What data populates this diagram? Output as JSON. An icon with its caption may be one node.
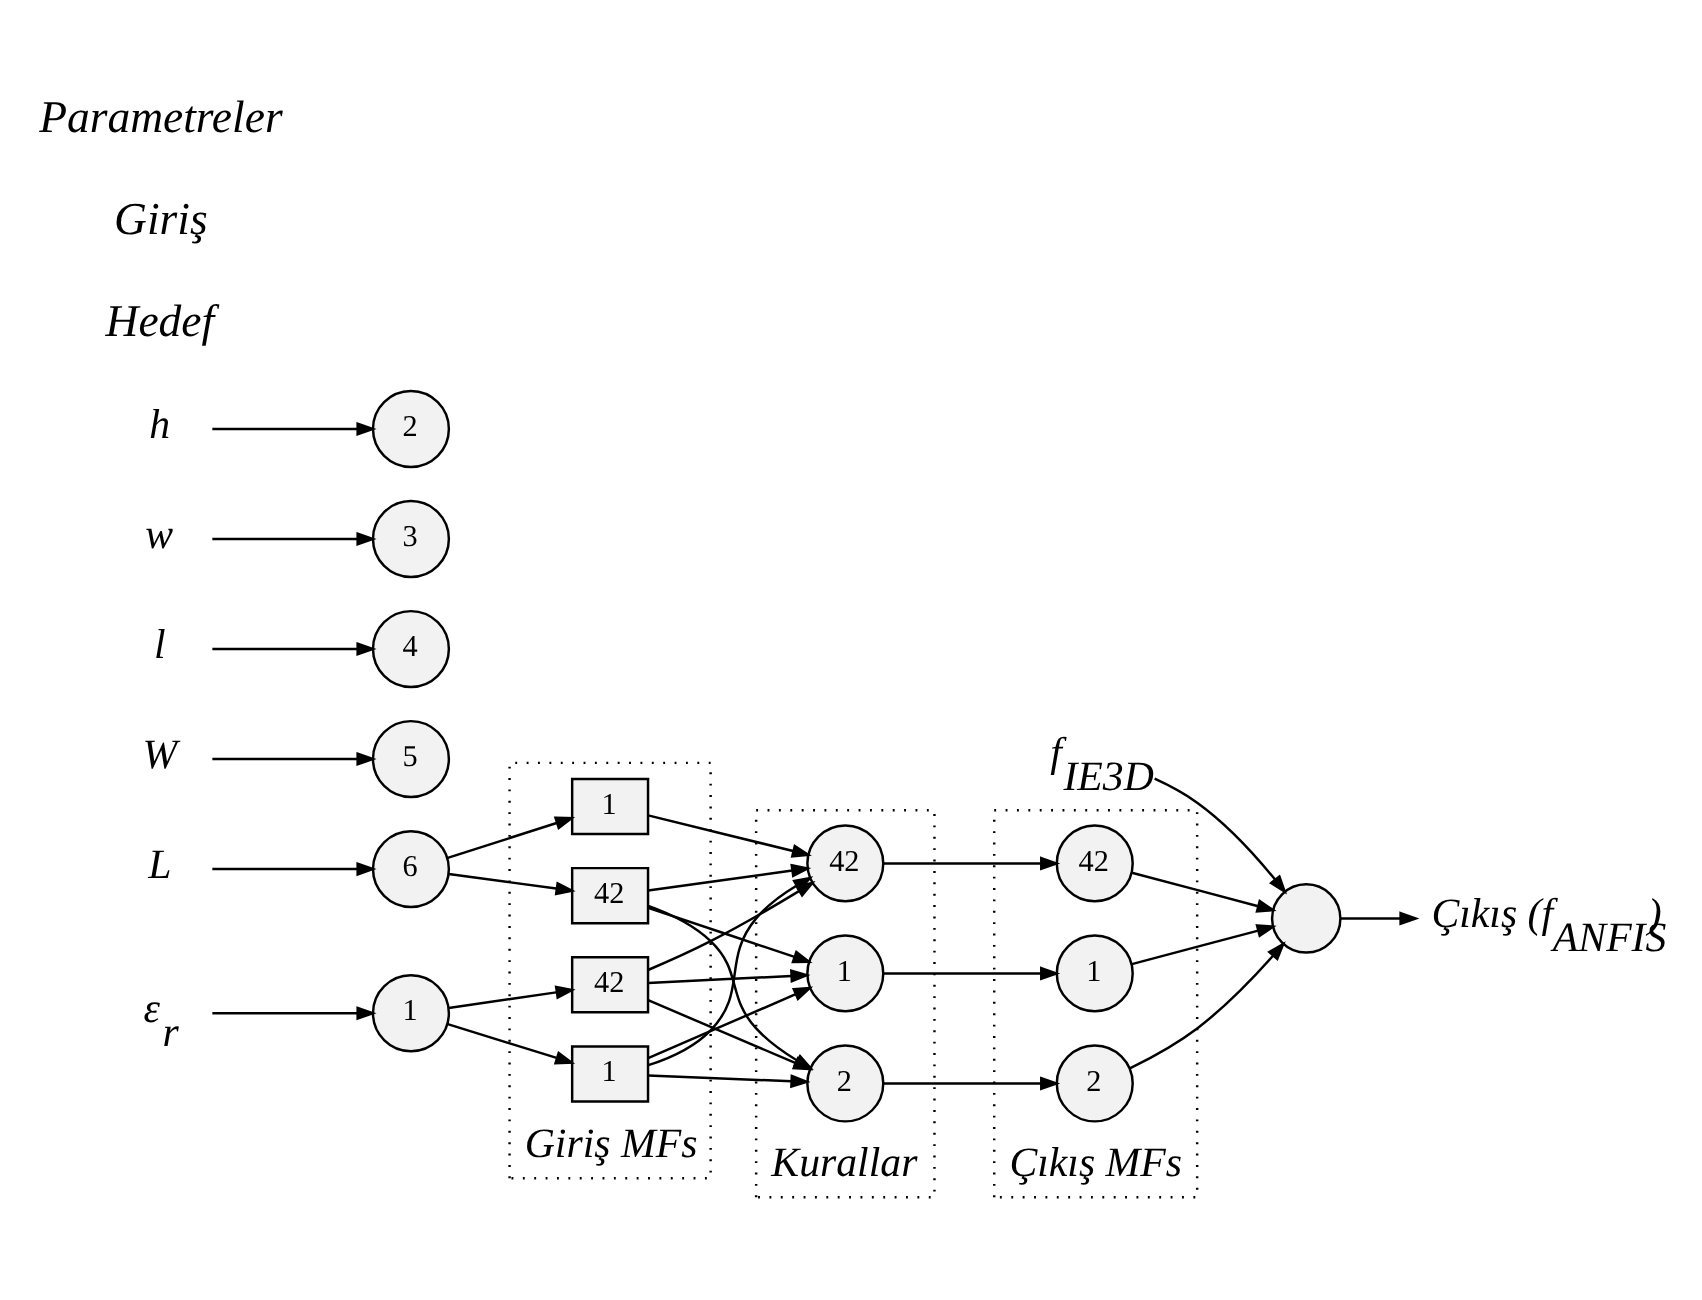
{
  "diagram": {
    "nodes": [
      {
        "text": [
          "f$_{IE3D}$"
        ]
      },
      {
        "text": [
          "L"
        ]
      },
      {
        "text": [
          "W"
        ]
      },
      {
        "text": [
          "l"
        ]
      },
      {
        "text": [
          "w"
        ]
      },
      {
        "text": [
          "h"
        ]
      },
      {
        "text": [
          "ε$_{r}$"
        ]
      },
      {
        "text": [
          "6"
        ]
      },
      {
        "text": [
          "5"
        ]
      },
      {
        "text": [
          "4"
        ]
      },
      {
        "text": [
          "3"
        ]
      },
      {
        "text": [
          "2"
        ]
      },
      {
        "text": [
          "1"
        ]
      },
      {
        "text": [
          "Giriş MFs"
        ]
      },
      {
        "text": [
          "42"
        ],
        "in": 13
      },
      {
        "text": [
          "1"
        ],
        "in": 13
      },
      {
        "text": [
          "42"
        ],
        "in": 13
      },
      {
        "text": [
          "1"
        ],
        "in": 13
      },
      {
        "text": [
          "Kurallar"
        ]
      },
      {
        "text": [
          "42"
        ],
        "in": 18
      },
      {
        "text": [
          "2"
        ],
        "in": 18
      },
      {
        "text": [
          "1"
        ],
        "in": 18
      },
      {
        "text": [
          "Çıkış MFs"
        ]
      },
      {
        "text": [
          "42"
        ],
        "in": 22
      },
      {
        "text": [
          "2"
        ],
        "in": 22
      },
      {
        "text": [
          "1"
        ],
        "in": 22
      },
      {
        "text": [],
        "shape": "circle"
      },
      {
        "text": [
          "Çıkış (f$_{ANFIS}$)"
        ]
      }
    ],
    "edges": [
      {
        "from": 1,
        "to": 7,
        "arrow": "to"
      },
      {
        "from": 2,
        "to": 8,
        "arrow": "to"
      },
      {
        "from": 3,
        "to": 9,
        "arrow": "to"
      },
      {
        "from": 4,
        "to": 10,
        "arrow": "to"
      },
      {
        "from": 5,
        "to": 11,
        "arrow": "to"
      },
      {
        "from": 6,
        "to": 12,
        "arrow": "to"
      },
      {
        "from": 7,
        "to": 14,
        "arrow": "to"
      },
      {
        "from": 7,
        "to": 15,
        "arrow": "to"
      },
      {
        "from": 12,
        "to": 16,
        "arrow": "to"
      },
      {
        "from": 12,
        "to": 17,
        "arrow": "to"
      },
      {
        "from": 14,
        "to": 19,
        "arrow": "to"
      },
      {
        "from": 14,
        "to": 20,
        "arrow": "to"
      },
      {
        "from": 14,
        "to": 21,
        "arrow": "to"
      },
      {
        "from": 15,
        "to": 19,
        "arrow": "to"
      },
      {
        "from": 16,
        "to": 19,
        "arrow": "to"
      },
      {
        "from": 16,
        "to": 20,
        "arrow": "to"
      },
      {
        "from": 16,
        "to": 21,
        "arrow": "to"
      },
      {
        "from": 17,
        "to": 19,
        "arrow": "to"
      },
      {
        "from": 17,
        "to": 20,
        "arrow": "to"
      },
      {
        "from": 17,
        "to": 21,
        "arrow": "to"
      },
      {
        "from": 19,
        "to": 23,
        "arrow": "to"
      },
      {
        "from": 20,
        "to": 24,
        "arrow": "to"
      },
      {
        "from": 21,
        "to": 25,
        "arrow": "to"
      },
      {
        "from": 23,
        "to": 26,
        "arrow": "to"
      },
      {
        "from": 24,
        "to": 26,
        "arrow": "to"
      },
      {
        "from": 25,
        "to": 26,
        "arrow": "to"
      },
      {
        "from": 0,
        "to": 26,
        "arrow": "to"
      },
      {
        "from": 26,
        "to": 27,
        "arrow": "to"
      }
    ],
    "labels": [
      "Hedef",
      "Giriş",
      "Parametreler"
    ]
  }
}
